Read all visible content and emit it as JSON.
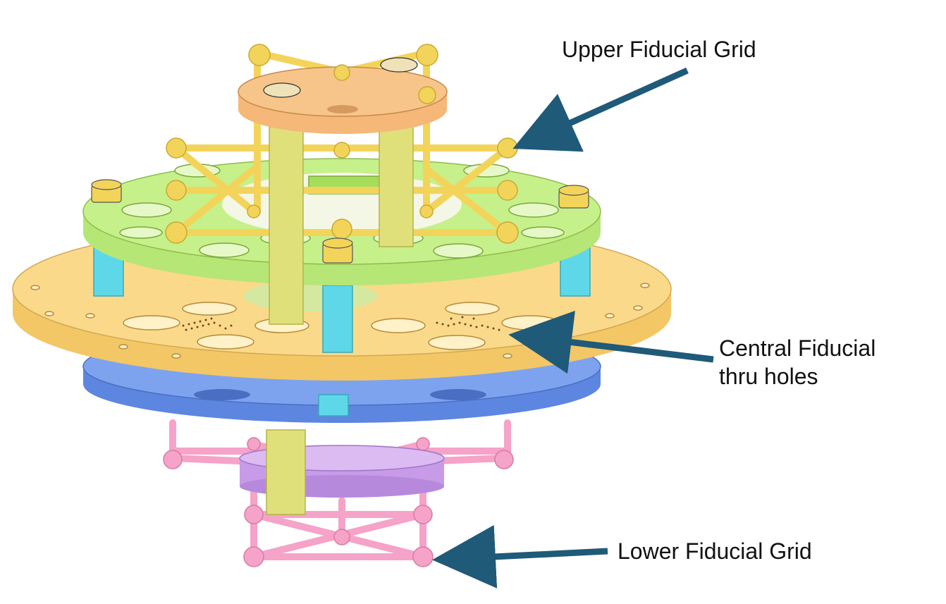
{
  "labels": {
    "upper": "Upper Fiducial Grid",
    "central_line1": "Central Fiducial",
    "central_line2": "thru holes",
    "lower": "Lower Fiducial Grid"
  },
  "colors": {
    "arrow": "#1f5a78",
    "top_disc": "#f7c48a",
    "green_plate": "#c6f08a",
    "orange_plate": "#fbd98a",
    "blue_plate": "#6d93e8",
    "purple_disc": "#c79be8",
    "yellow_grid": "#f3d45a",
    "pink_grid": "#f5a3c8",
    "cyan_posts": "#5ed8e8",
    "yellow_rods": "#dfe07a"
  }
}
